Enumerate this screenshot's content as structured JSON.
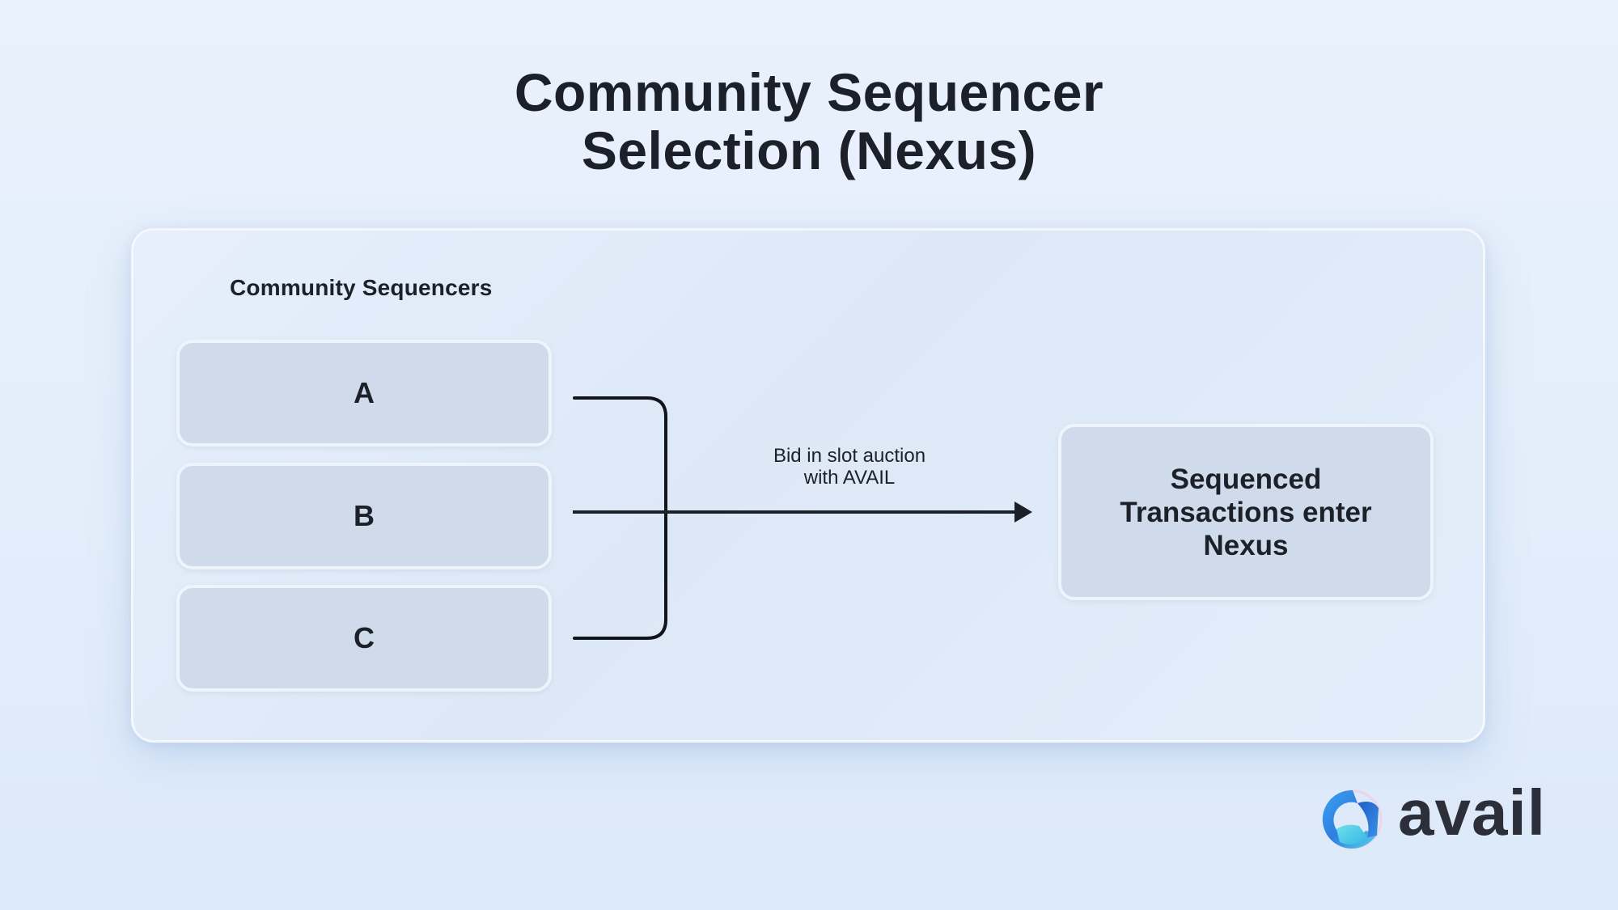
{
  "title": {
    "line1": "Community Sequencer",
    "line2": "Selection (Nexus)"
  },
  "panel": {
    "section_label": "Community Sequencers",
    "sequencers": [
      {
        "label": "A"
      },
      {
        "label": "B"
      },
      {
        "label": "C"
      }
    ],
    "edge": {
      "label_line1": "Bid in slot auction",
      "label_line2": "with AVAIL"
    },
    "target": {
      "line1": "Sequenced",
      "line2": "Transactions enter",
      "line3": "Nexus"
    }
  },
  "logo": {
    "icon": "avail-ring-logo-icon",
    "wordmark": "avail"
  },
  "colors": {
    "text": "#1c2029",
    "box_fill": "#cfdbea",
    "logo_blue": "#2f8ee8",
    "logo_cyan": "#4cc9e8",
    "wordmark": "#2c2f3a"
  }
}
